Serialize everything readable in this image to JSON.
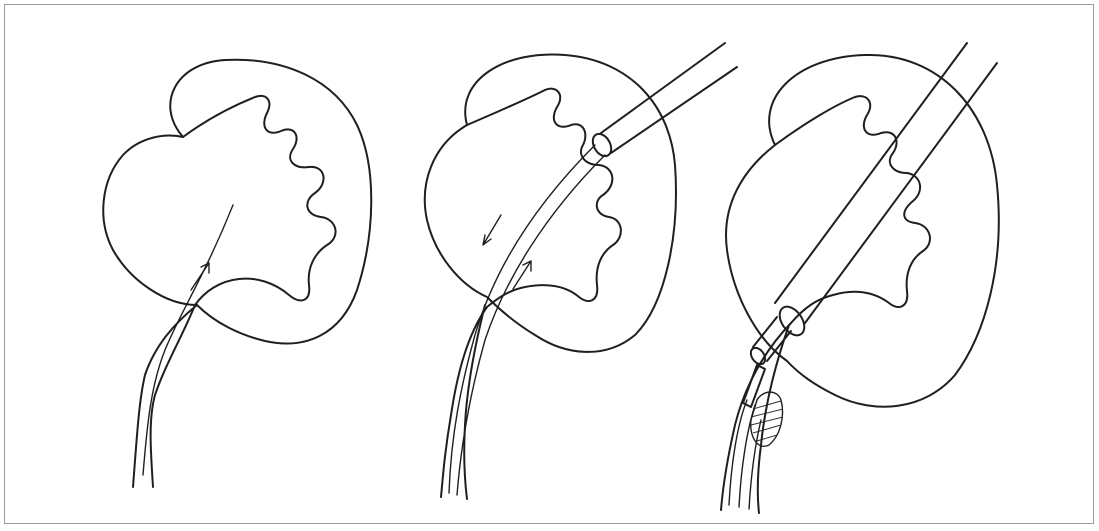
{
  "figure": {
    "panels": [
      {
        "label": "kidney-panel-1",
        "icon": "kidney-with-guidewire"
      },
      {
        "label": "kidney-panel-2",
        "icon": "kidney-with-sheath-and-wire"
      },
      {
        "label": "kidney-panel-3",
        "icon": "kidney-with-endoscope"
      }
    ],
    "colors": {
      "ink": "#1f1f1f",
      "frame": "#9a9a9a",
      "background": "#ffffff"
    }
  }
}
